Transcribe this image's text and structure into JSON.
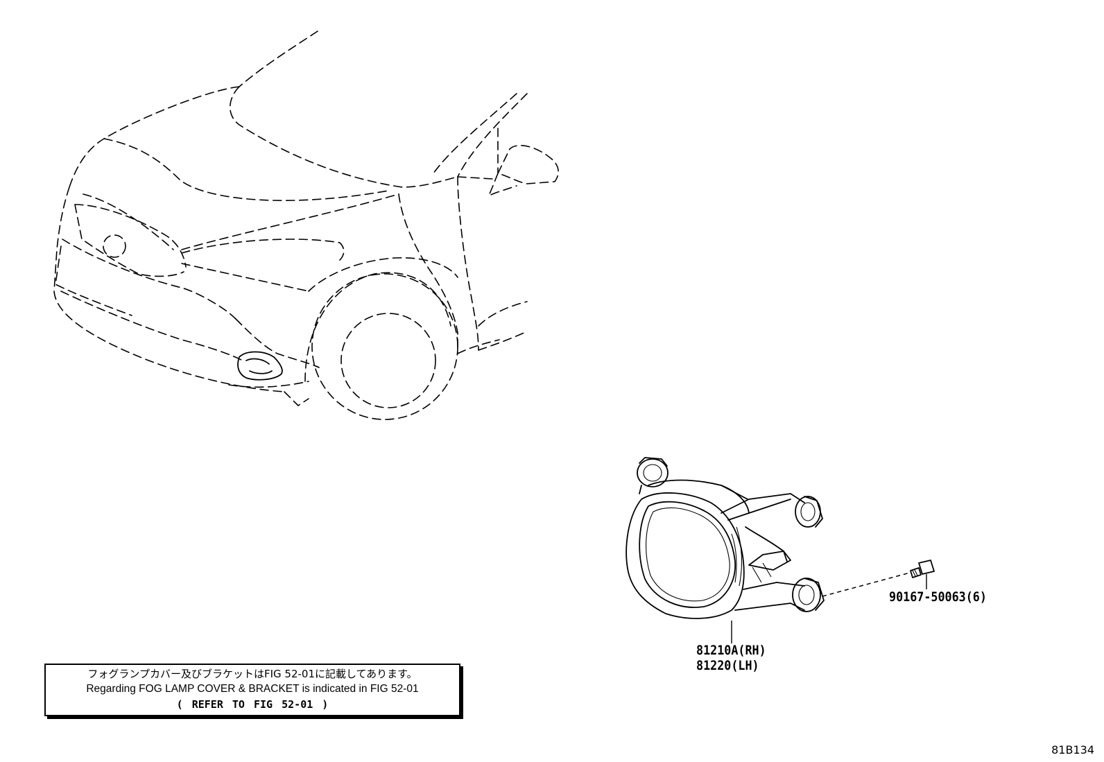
{
  "parts": [
    {
      "name": "fog-lamp-assy",
      "lines": [
        "81210A(RH)",
        "81220(LH)"
      ]
    },
    {
      "name": "screw",
      "lines": [
        "90167-50063(6)"
      ]
    }
  ],
  "note": {
    "japanese": "フォグランプカバー及びブラケットはFIG 52-01に記載してあります。",
    "english": "Regarding FOG LAMP COVER & BRACKET is indicated in FIG 52-01",
    "reference": "(  REFER TO FIG 52-01  )"
  },
  "figure_id": "81B134"
}
